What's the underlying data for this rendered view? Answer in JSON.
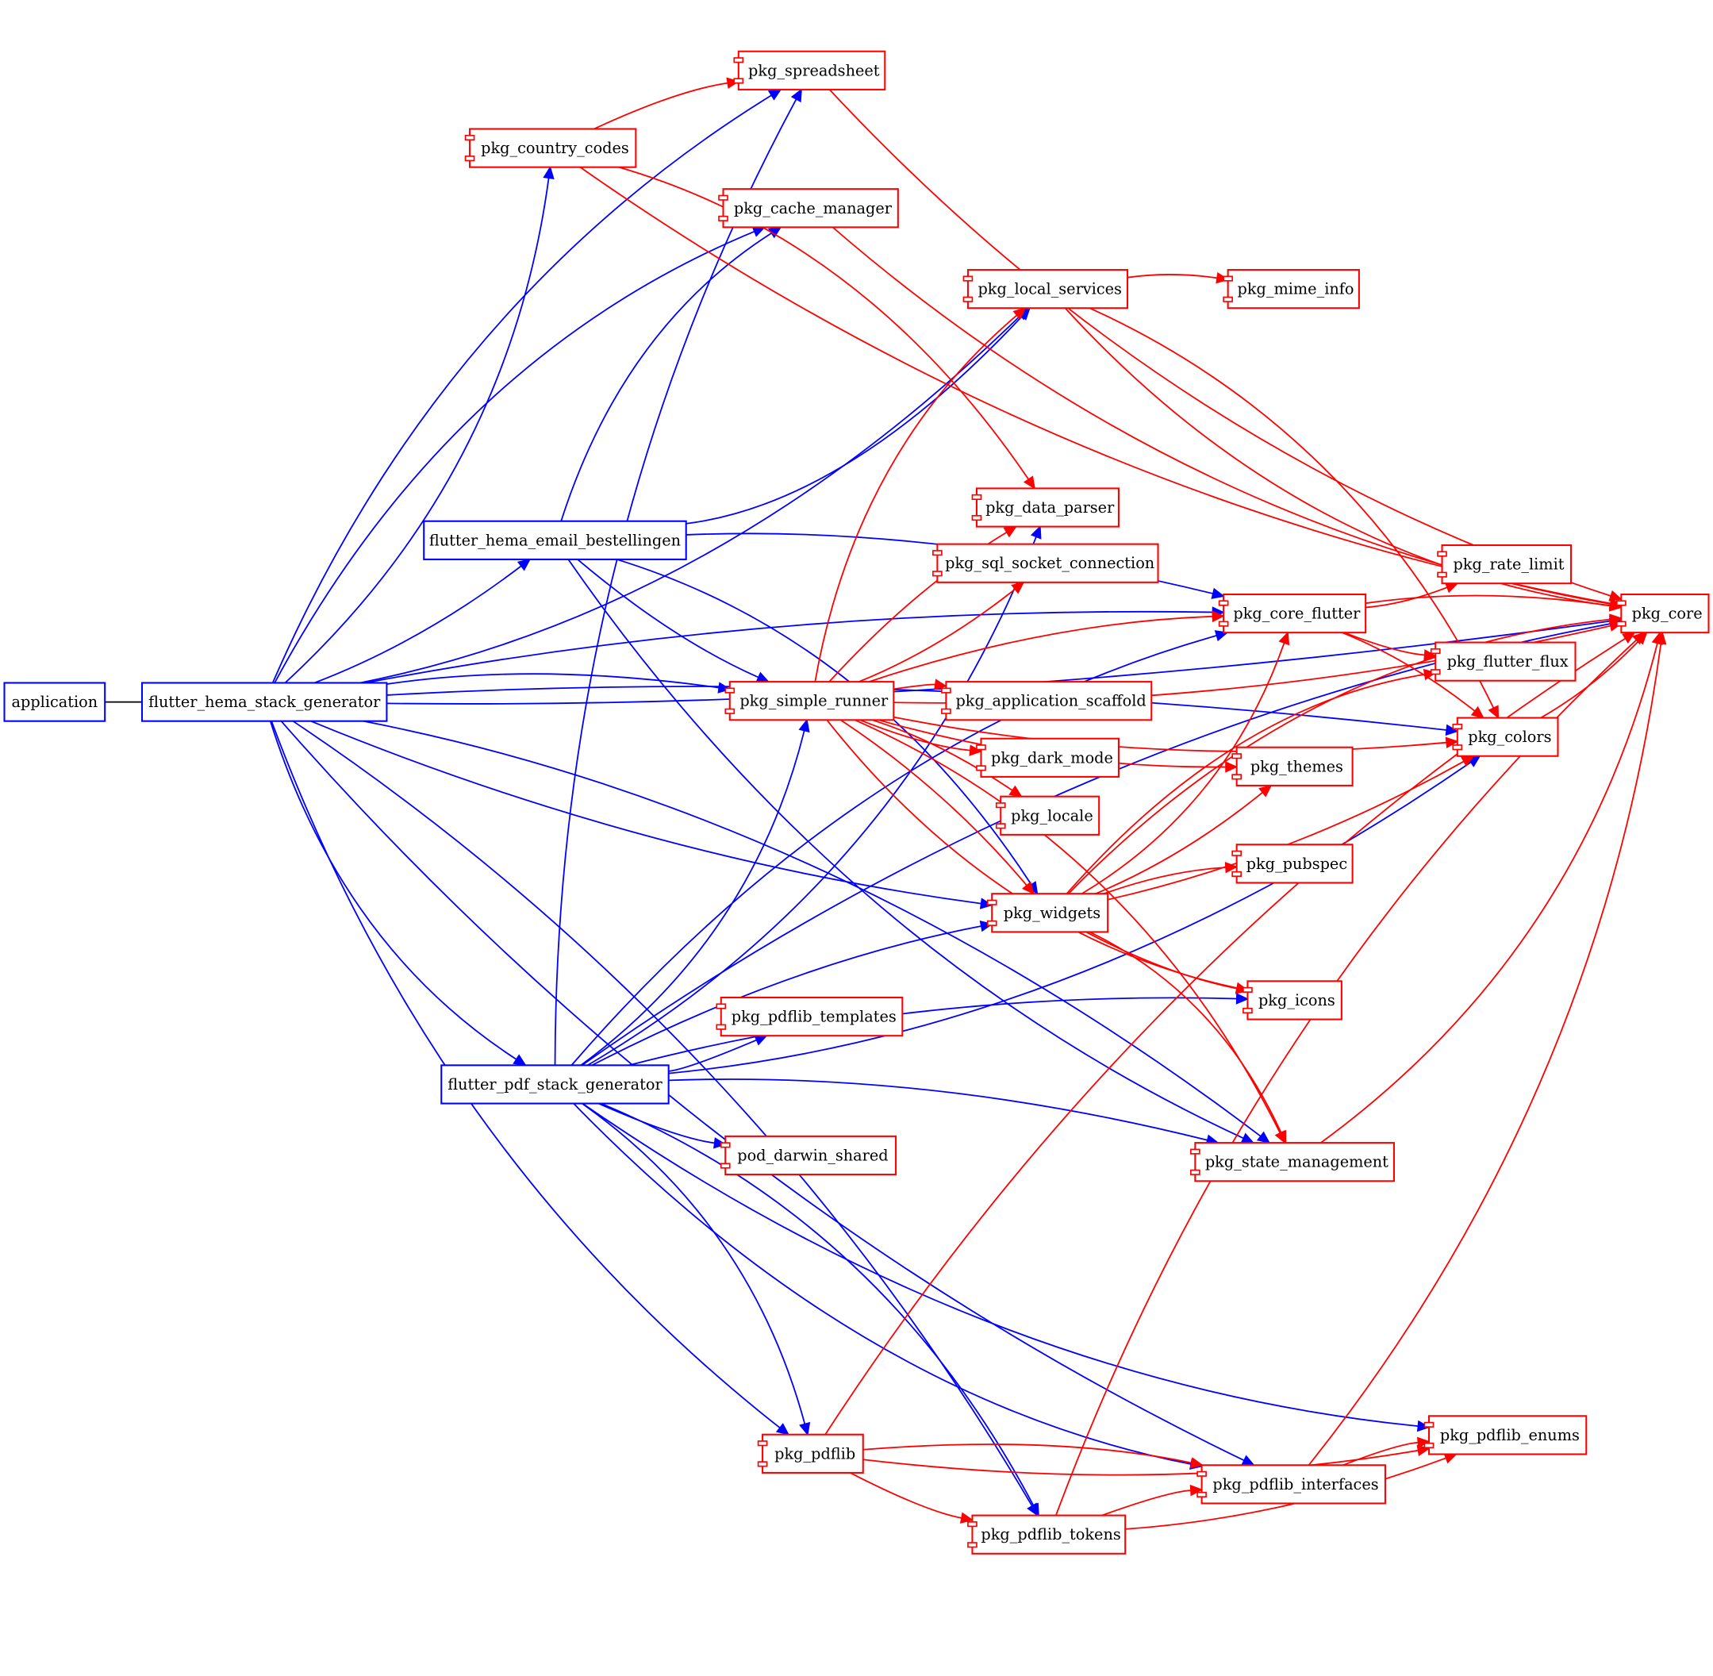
{
  "diagram": {
    "type": "dependency-graph",
    "layout": "left-to-right",
    "colors": {
      "app_edge": "#0000ff",
      "pkg_edge": "#ff0000",
      "root_edge": "#000000",
      "app_node_border": "#0000ff",
      "pkg_node_border": "#ff0000"
    },
    "nodes": [
      {
        "id": "application",
        "label": "application",
        "kind": "app"
      },
      {
        "id": "flutter_hema_stack_generator",
        "label": "flutter_hema_stack_generator",
        "kind": "app"
      },
      {
        "id": "flutter_hema_email_bestellingen",
        "label": "flutter_hema_email_bestellingen",
        "kind": "app"
      },
      {
        "id": "flutter_pdf_stack_generator",
        "label": "flutter_pdf_stack_generator",
        "kind": "app"
      },
      {
        "id": "pkg_spreadsheet",
        "label": "pkg_spreadsheet",
        "kind": "pkg"
      },
      {
        "id": "pkg_country_codes",
        "label": "pkg_country_codes",
        "kind": "pkg"
      },
      {
        "id": "pkg_cache_manager",
        "label": "pkg_cache_manager",
        "kind": "pkg"
      },
      {
        "id": "pkg_local_services",
        "label": "pkg_local_services",
        "kind": "pkg"
      },
      {
        "id": "pkg_mime_info",
        "label": "pkg_mime_info",
        "kind": "pkg"
      },
      {
        "id": "pkg_data_parser",
        "label": "pkg_data_parser",
        "kind": "pkg"
      },
      {
        "id": "pkg_sql_socket_connection",
        "label": "pkg_sql_socket_connection",
        "kind": "pkg"
      },
      {
        "id": "pkg_core_flutter",
        "label": "pkg_core_flutter",
        "kind": "pkg"
      },
      {
        "id": "pkg_rate_limit",
        "label": "pkg_rate_limit",
        "kind": "pkg"
      },
      {
        "id": "pkg_core",
        "label": "pkg_core",
        "kind": "pkg"
      },
      {
        "id": "pkg_flutter_flux",
        "label": "pkg_flutter_flux",
        "kind": "pkg"
      },
      {
        "id": "pkg_colors",
        "label": "pkg_colors",
        "kind": "pkg"
      },
      {
        "id": "pkg_simple_runner",
        "label": "pkg_simple_runner",
        "kind": "pkg"
      },
      {
        "id": "pkg_application_scaffold",
        "label": "pkg_application_scaffold",
        "kind": "pkg"
      },
      {
        "id": "pkg_dark_mode",
        "label": "pkg_dark_mode",
        "kind": "pkg"
      },
      {
        "id": "pkg_locale",
        "label": "pkg_locale",
        "kind": "pkg"
      },
      {
        "id": "pkg_themes",
        "label": "pkg_themes",
        "kind": "pkg"
      },
      {
        "id": "pkg_pubspec",
        "label": "pkg_pubspec",
        "kind": "pkg"
      },
      {
        "id": "pkg_widgets",
        "label": "pkg_widgets",
        "kind": "pkg"
      },
      {
        "id": "pkg_icons",
        "label": "pkg_icons",
        "kind": "pkg"
      },
      {
        "id": "pkg_pdflib_templates",
        "label": "pkg_pdflib_templates",
        "kind": "pkg"
      },
      {
        "id": "pod_darwin_shared",
        "label": "pod_darwin_shared",
        "kind": "pkg"
      },
      {
        "id": "pkg_state_management",
        "label": "pkg_state_management",
        "kind": "pkg"
      },
      {
        "id": "pkg_pdflib_enums",
        "label": "pkg_pdflib_enums",
        "kind": "pkg"
      },
      {
        "id": "pkg_pdflib",
        "label": "pkg_pdflib",
        "kind": "pkg"
      },
      {
        "id": "pkg_pdflib_interfaces",
        "label": "pkg_pdflib_interfaces",
        "kind": "pkg"
      },
      {
        "id": "pkg_pdflib_tokens",
        "label": "pkg_pdflib_tokens",
        "kind": "pkg"
      }
    ],
    "edges": [
      {
        "from": "application",
        "to": "flutter_hema_stack_generator",
        "kind": "root"
      },
      {
        "from": "flutter_hema_stack_generator",
        "to": "pkg_core",
        "kind": "app"
      },
      {
        "from": "flutter_hema_stack_generator",
        "to": "pkg_spreadsheet",
        "kind": "app"
      },
      {
        "from": "flutter_hema_stack_generator",
        "to": "pkg_country_codes",
        "kind": "app"
      },
      {
        "from": "flutter_hema_stack_generator",
        "to": "pkg_cache_manager",
        "kind": "app"
      },
      {
        "from": "flutter_hema_stack_generator",
        "to": "pkg_local_services",
        "kind": "app"
      },
      {
        "from": "flutter_hema_stack_generator",
        "to": "pkg_core_flutter",
        "kind": "app"
      },
      {
        "from": "flutter_hema_stack_generator",
        "to": "flutter_hema_email_bestellingen",
        "kind": "app"
      },
      {
        "from": "flutter_hema_stack_generator",
        "to": "pkg_simple_runner",
        "kind": "app"
      },
      {
        "from": "flutter_hema_stack_generator",
        "to": "pkg_widgets",
        "kind": "app"
      },
      {
        "from": "flutter_hema_stack_generator",
        "to": "pkg_colors",
        "kind": "app"
      },
      {
        "from": "flutter_hema_stack_generator",
        "to": "flutter_pdf_stack_generator",
        "kind": "app"
      },
      {
        "from": "flutter_hema_stack_generator",
        "to": "pkg_state_management",
        "kind": "app"
      },
      {
        "from": "flutter_hema_stack_generator",
        "to": "pkg_pdflib",
        "kind": "app"
      },
      {
        "from": "flutter_hema_stack_generator",
        "to": "pkg_pdflib_tokens",
        "kind": "app"
      },
      {
        "from": "flutter_hema_stack_generator",
        "to": "pkg_pdflib_interfaces",
        "kind": "app"
      },
      {
        "from": "flutter_hema_email_bestellingen",
        "to": "pkg_cache_manager",
        "kind": "app"
      },
      {
        "from": "flutter_hema_email_bestellingen",
        "to": "pkg_local_services",
        "kind": "app"
      },
      {
        "from": "flutter_hema_email_bestellingen",
        "to": "pkg_core_flutter",
        "kind": "app"
      },
      {
        "from": "flutter_hema_email_bestellingen",
        "to": "pkg_simple_runner",
        "kind": "app"
      },
      {
        "from": "flutter_hema_email_bestellingen",
        "to": "pkg_widgets",
        "kind": "app"
      },
      {
        "from": "flutter_hema_email_bestellingen",
        "to": "pkg_state_management",
        "kind": "app"
      },
      {
        "from": "flutter_pdf_stack_generator",
        "to": "pkg_spreadsheet",
        "kind": "app"
      },
      {
        "from": "flutter_pdf_stack_generator",
        "to": "pkg_data_parser",
        "kind": "app"
      },
      {
        "from": "flutter_pdf_stack_generator",
        "to": "pkg_core_flutter",
        "kind": "app"
      },
      {
        "from": "flutter_pdf_stack_generator",
        "to": "pkg_simple_runner",
        "kind": "app"
      },
      {
        "from": "flutter_pdf_stack_generator",
        "to": "pkg_icons",
        "kind": "app"
      },
      {
        "from": "flutter_pdf_stack_generator",
        "to": "pkg_pdflib_templates",
        "kind": "app"
      },
      {
        "from": "flutter_pdf_stack_generator",
        "to": "pkg_widgets",
        "kind": "app"
      },
      {
        "from": "flutter_pdf_stack_generator",
        "to": "pod_darwin_shared",
        "kind": "app"
      },
      {
        "from": "flutter_pdf_stack_generator",
        "to": "pkg_state_management",
        "kind": "app"
      },
      {
        "from": "flutter_pdf_stack_generator",
        "to": "pkg_colors",
        "kind": "app"
      },
      {
        "from": "flutter_pdf_stack_generator",
        "to": "pkg_core",
        "kind": "app"
      },
      {
        "from": "flutter_pdf_stack_generator",
        "to": "pkg_pdflib_enums",
        "kind": "app"
      },
      {
        "from": "flutter_pdf_stack_generator",
        "to": "pkg_pdflib",
        "kind": "app"
      },
      {
        "from": "flutter_pdf_stack_generator",
        "to": "pkg_pdflib_interfaces",
        "kind": "app"
      },
      {
        "from": "flutter_pdf_stack_generator",
        "to": "pkg_pdflib_tokens",
        "kind": "app"
      },
      {
        "from": "pkg_spreadsheet",
        "to": "pkg_core",
        "kind": "pkg"
      },
      {
        "from": "pkg_country_codes",
        "to": "pkg_spreadsheet",
        "kind": "pkg"
      },
      {
        "from": "pkg_country_codes",
        "to": "pkg_core",
        "kind": "pkg"
      },
      {
        "from": "pkg_country_codes",
        "to": "pkg_data_parser",
        "kind": "pkg"
      },
      {
        "from": "pkg_cache_manager",
        "to": "pkg_core",
        "kind": "pkg"
      },
      {
        "from": "pkg_local_services",
        "to": "pkg_mime_info",
        "kind": "pkg"
      },
      {
        "from": "pkg_local_services",
        "to": "pkg_core",
        "kind": "pkg"
      },
      {
        "from": "pkg_local_services",
        "to": "pkg_colors",
        "kind": "pkg"
      },
      {
        "from": "pkg_core_flutter",
        "to": "pkg_rate_limit",
        "kind": "pkg"
      },
      {
        "from": "pkg_core_flutter",
        "to": "pkg_core",
        "kind": "pkg"
      },
      {
        "from": "pkg_core_flutter",
        "to": "pkg_flutter_flux",
        "kind": "pkg"
      },
      {
        "from": "pkg_core_flutter",
        "to": "pkg_colors",
        "kind": "pkg"
      },
      {
        "from": "pkg_colors",
        "to": "pkg_core",
        "kind": "pkg"
      },
      {
        "from": "pkg_simple_runner",
        "to": "pkg_local_services",
        "kind": "pkg"
      },
      {
        "from": "pkg_simple_runner",
        "to": "pkg_core",
        "kind": "pkg"
      },
      {
        "from": "pkg_simple_runner",
        "to": "pkg_data_parser",
        "kind": "pkg"
      },
      {
        "from": "pkg_simple_runner",
        "to": "pkg_sql_socket_connection",
        "kind": "pkg"
      },
      {
        "from": "pkg_simple_runner",
        "to": "pkg_core_flutter",
        "kind": "pkg"
      },
      {
        "from": "pkg_simple_runner",
        "to": "pkg_themes",
        "kind": "pkg"
      },
      {
        "from": "pkg_simple_runner",
        "to": "pkg_application_scaffold",
        "kind": "pkg"
      },
      {
        "from": "pkg_simple_runner",
        "to": "pkg_dark_mode",
        "kind": "pkg"
      },
      {
        "from": "pkg_simple_runner",
        "to": "pkg_locale",
        "kind": "pkg"
      },
      {
        "from": "pkg_simple_runner",
        "to": "pkg_colors",
        "kind": "pkg"
      },
      {
        "from": "pkg_simple_runner",
        "to": "pkg_widgets",
        "kind": "pkg"
      },
      {
        "from": "pkg_simple_runner",
        "to": "pkg_icons",
        "kind": "pkg"
      },
      {
        "from": "pkg_simple_runner",
        "to": "pkg_state_management",
        "kind": "pkg"
      },
      {
        "from": "pkg_widgets",
        "to": "pkg_core_flutter",
        "kind": "pkg"
      },
      {
        "from": "pkg_widgets",
        "to": "pkg_flutter_flux",
        "kind": "pkg"
      },
      {
        "from": "pkg_widgets",
        "to": "pkg_themes",
        "kind": "pkg"
      },
      {
        "from": "pkg_widgets",
        "to": "pkg_pubspec",
        "kind": "pkg"
      },
      {
        "from": "pkg_widgets",
        "to": "pkg_colors",
        "kind": "pkg"
      },
      {
        "from": "pkg_widgets",
        "to": "pkg_core",
        "kind": "pkg"
      },
      {
        "from": "pkg_widgets",
        "to": "pkg_icons",
        "kind": "pkg"
      },
      {
        "from": "pkg_widgets",
        "to": "pkg_state_management",
        "kind": "pkg"
      },
      {
        "from": "pkg_state_management",
        "to": "pkg_core",
        "kind": "pkg"
      },
      {
        "from": "pkg_pdflib",
        "to": "pkg_core",
        "kind": "pkg"
      },
      {
        "from": "pkg_pdflib",
        "to": "pkg_pdflib_enums",
        "kind": "pkg"
      },
      {
        "from": "pkg_pdflib",
        "to": "pkg_pdflib_interfaces",
        "kind": "pkg"
      },
      {
        "from": "pkg_pdflib",
        "to": "pkg_pdflib_tokens",
        "kind": "pkg"
      },
      {
        "from": "pkg_pdflib_interfaces",
        "to": "pkg_pdflib_enums",
        "kind": "pkg"
      },
      {
        "from": "pkg_pdflib_interfaces",
        "to": "pkg_core",
        "kind": "pkg"
      },
      {
        "from": "pkg_pdflib_tokens",
        "to": "pkg_pdflib_interfaces",
        "kind": "pkg"
      },
      {
        "from": "pkg_pdflib_tokens",
        "to": "pkg_pdflib_enums",
        "kind": "pkg"
      },
      {
        "from": "pkg_pdflib_tokens",
        "to": "pkg_core",
        "kind": "pkg"
      }
    ]
  }
}
